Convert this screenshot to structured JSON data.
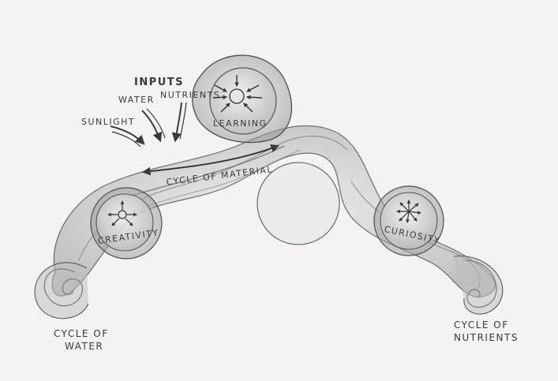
{
  "diagram": {
    "inputs": {
      "heading": "INPUTS",
      "items": [
        "SUNLIGHT",
        "WATER",
        "NUTRIENTS"
      ]
    },
    "nodes": {
      "learning": "LEARNING",
      "creativity": "CREATIVITY",
      "curiosity": "CURIOSITY"
    },
    "flow_label": "CYCLE OF MATERIAL",
    "cycles": {
      "water": [
        "CYCLE OF",
        "WATER"
      ],
      "nutrients": [
        "CYCLE OF",
        "NUTRIENTS"
      ]
    }
  },
  "colors": {
    "paper": "#f4f3f1",
    "pencil_dark": "#3a3a3a",
    "pencil_mid": "#6b6b6b",
    "pencil_light": "#a9a9a9",
    "shading": "#c9c9c9"
  }
}
